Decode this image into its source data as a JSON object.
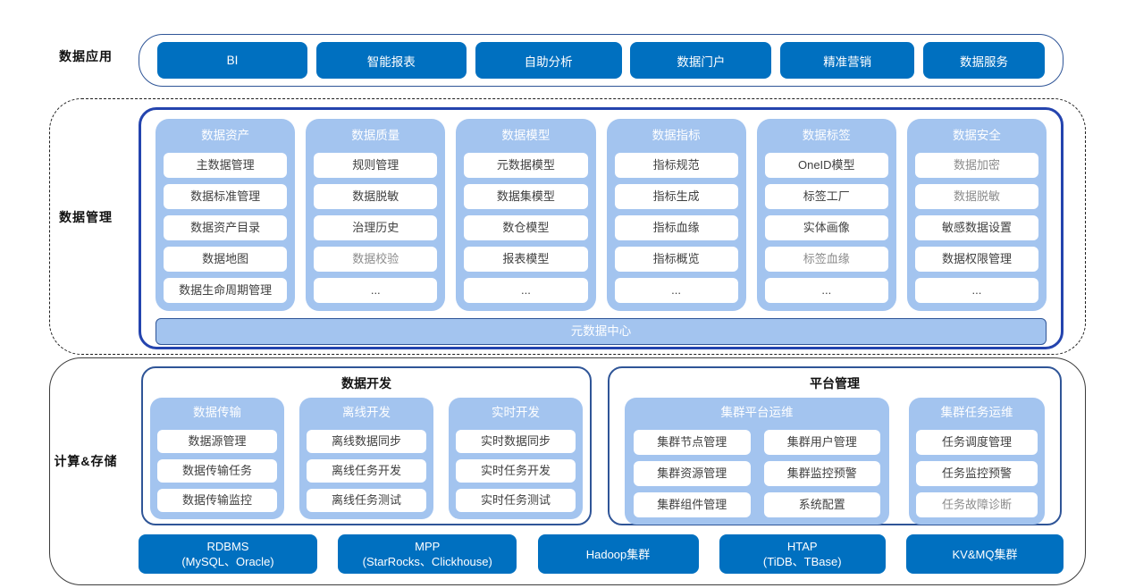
{
  "section_labels": {
    "apps": "数据应用",
    "management": "数据管理",
    "compute": "计算&存储"
  },
  "apps": {
    "items": [
      "BI",
      "智能报表",
      "自助分析",
      "数据门户",
      "精准营销",
      "数据服务"
    ]
  },
  "management": {
    "columns": [
      {
        "title": "数据资产",
        "items": [
          {
            "label": "主数据管理"
          },
          {
            "label": "数据标准管理"
          },
          {
            "label": "数据资产目录"
          },
          {
            "label": "数据地图"
          },
          {
            "label": "数据生命周期管理"
          }
        ]
      },
      {
        "title": "数据质量",
        "items": [
          {
            "label": "规则管理"
          },
          {
            "label": "数据脱敏"
          },
          {
            "label": "治理历史"
          },
          {
            "label": "数据校验",
            "muted": true
          },
          {
            "label": "..."
          }
        ]
      },
      {
        "title": "数据模型",
        "items": [
          {
            "label": "元数据模型"
          },
          {
            "label": "数据集模型"
          },
          {
            "label": "数仓模型"
          },
          {
            "label": "报表模型"
          },
          {
            "label": "..."
          }
        ]
      },
      {
        "title": "数据指标",
        "items": [
          {
            "label": "指标规范"
          },
          {
            "label": "指标生成"
          },
          {
            "label": "指标血缘"
          },
          {
            "label": "指标概览"
          },
          {
            "label": "..."
          }
        ]
      },
      {
        "title": "数据标签",
        "items": [
          {
            "label": "OneID模型"
          },
          {
            "label": "标签工厂"
          },
          {
            "label": "实体画像"
          },
          {
            "label": "标签血缘",
            "muted": true
          },
          {
            "label": "..."
          }
        ]
      },
      {
        "title": "数据安全",
        "items": [
          {
            "label": "数据加密",
            "muted": true
          },
          {
            "label": "数据脱敏",
            "muted": true
          },
          {
            "label": "敏感数据设置"
          },
          {
            "label": "数据权限管理"
          },
          {
            "label": "..."
          }
        ]
      }
    ],
    "meta_bar": "元数据中心"
  },
  "compute": {
    "dev": {
      "title": "数据开发",
      "columns": [
        {
          "title": "数据传输",
          "items": [
            {
              "label": "数据源管理"
            },
            {
              "label": "数据传输任务"
            },
            {
              "label": "数据传输监控"
            }
          ]
        },
        {
          "title": "离线开发",
          "items": [
            {
              "label": "离线数据同步"
            },
            {
              "label": "离线任务开发"
            },
            {
              "label": "离线任务测试"
            }
          ]
        },
        {
          "title": "实时开发",
          "items": [
            {
              "label": "实时数据同步"
            },
            {
              "label": "实时任务开发"
            },
            {
              "label": "实时任务测试"
            }
          ]
        }
      ]
    },
    "platform": {
      "title": "平台管理",
      "ops": {
        "title": "集群平台运维",
        "items": [
          {
            "label": "集群节点管理"
          },
          {
            "label": "集群用户管理"
          },
          {
            "label": "集群资源管理"
          },
          {
            "label": "集群监控预警"
          },
          {
            "label": "集群组件管理"
          },
          {
            "label": "系统配置"
          }
        ]
      },
      "tasks": {
        "title": "集群任务运维",
        "items": [
          {
            "label": "任务调度管理"
          },
          {
            "label": "任务监控预警"
          },
          {
            "label": "任务故障诊断",
            "muted": true
          }
        ]
      }
    },
    "storage": [
      {
        "line1": "RDBMS",
        "line2": "(MySQL、Oracle)"
      },
      {
        "line1": "MPP",
        "line2": "(StarRocks、Clickhouse)"
      },
      {
        "line1": "Hadoop集群",
        "line2": ""
      },
      {
        "line1": "HTAP",
        "line2": "(TiDB、TBase)"
      },
      {
        "line1": "KV&MQ集群",
        "line2": ""
      }
    ]
  },
  "colors": {
    "primary_blue": "#0070C0",
    "light_blue": "#A3C4EF",
    "container_navy": "#2444AE",
    "outline_blue": "#2F5597",
    "text_dark": "#404040",
    "text_muted": "#8C8C8C"
  }
}
